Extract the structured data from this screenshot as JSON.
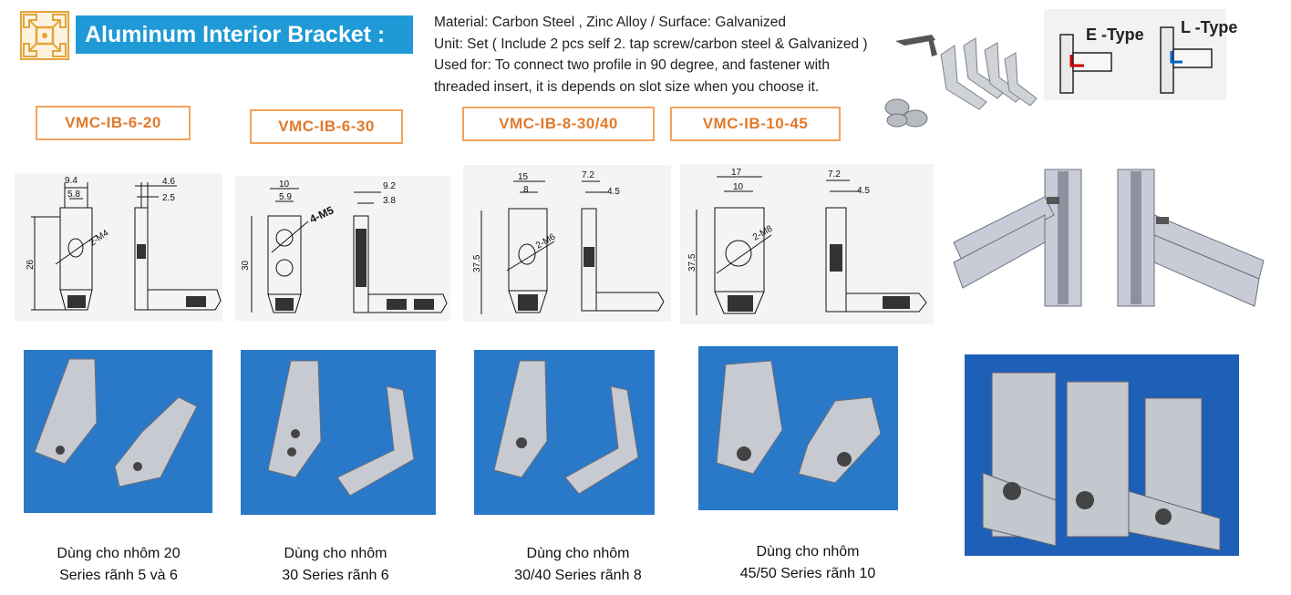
{
  "header": {
    "title": "Aluminum Interior Bracket :",
    "spec_lines": [
      "Material:  Carbon Steel , Zinc Alloy  / Surface: Galvanized",
      "Unit: Set ( Include 2 pcs self 2. tap screw/carbon steel & Galvanized )",
      "Used for: To connect two profile in 90 degree, and fastener with",
      "threaded insert, it is depends on slot size when you choose it."
    ]
  },
  "types": {
    "e_type": "E -Type",
    "l_type": "L -Type"
  },
  "products": [
    {
      "code": "VMC-IB-6-20",
      "caption_l1": "Dùng cho nhôm 20",
      "caption_l2": "Series rãnh 5 và 6",
      "dims": {
        "w1": "9.4",
        "w2": "5.8",
        "thread": "2-M4",
        "height": "26",
        "s1": "4.6",
        "s2": "2.5"
      }
    },
    {
      "code": "VMC-IB-6-30",
      "caption_l1": "Dùng cho nhôm",
      "caption_l2": "30 Series rãnh 6",
      "dims": {
        "w1": "10",
        "w2": "5.9",
        "thread": "4-M5",
        "height": "30",
        "s1": "9.2",
        "s2": "3.8"
      }
    },
    {
      "code": "VMC-IB-8-30/40",
      "caption_l1": "Dùng cho nhôm",
      "caption_l2": "30/40 Series rãnh 8",
      "dims": {
        "w1": "15",
        "w2": "8",
        "thread": "2-M6",
        "height": "37.5",
        "s1": "7.2",
        "s2": "4.5"
      }
    },
    {
      "code": "VMC-IB-10-45",
      "caption_l1": "Dùng cho nhôm",
      "caption_l2": "45/50 Series rãnh 10",
      "dims": {
        "w1": "17",
        "w2": "10",
        "thread": "2-M8",
        "height": "37.5",
        "s1": "7.2",
        "s2": "4.5"
      }
    }
  ],
  "colors": {
    "title_bg": "#1f9ad6",
    "code_border": "#f2a25a",
    "code_text": "#e07a2d",
    "photo_bg": "#2a78c8"
  }
}
